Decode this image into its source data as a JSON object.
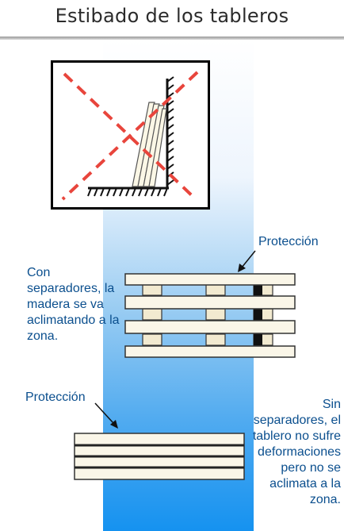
{
  "header": {
    "title": "Estibado de los tableros"
  },
  "labels": {
    "protection_top": "Protección",
    "protection_bottom": "Protección"
  },
  "texts": {
    "with_spacers": "Con separadores, la madera se va aclimatando a la zona.",
    "without_spacers": "Sin separadores, el tablero no sufre deformaciones pero no se aclimata a la zona."
  },
  "colors": {
    "text_blue": "#0b4f8e",
    "cross_red": "#e8453c",
    "board_fill": "#faf6e8",
    "column_blue": "#1592f0"
  }
}
